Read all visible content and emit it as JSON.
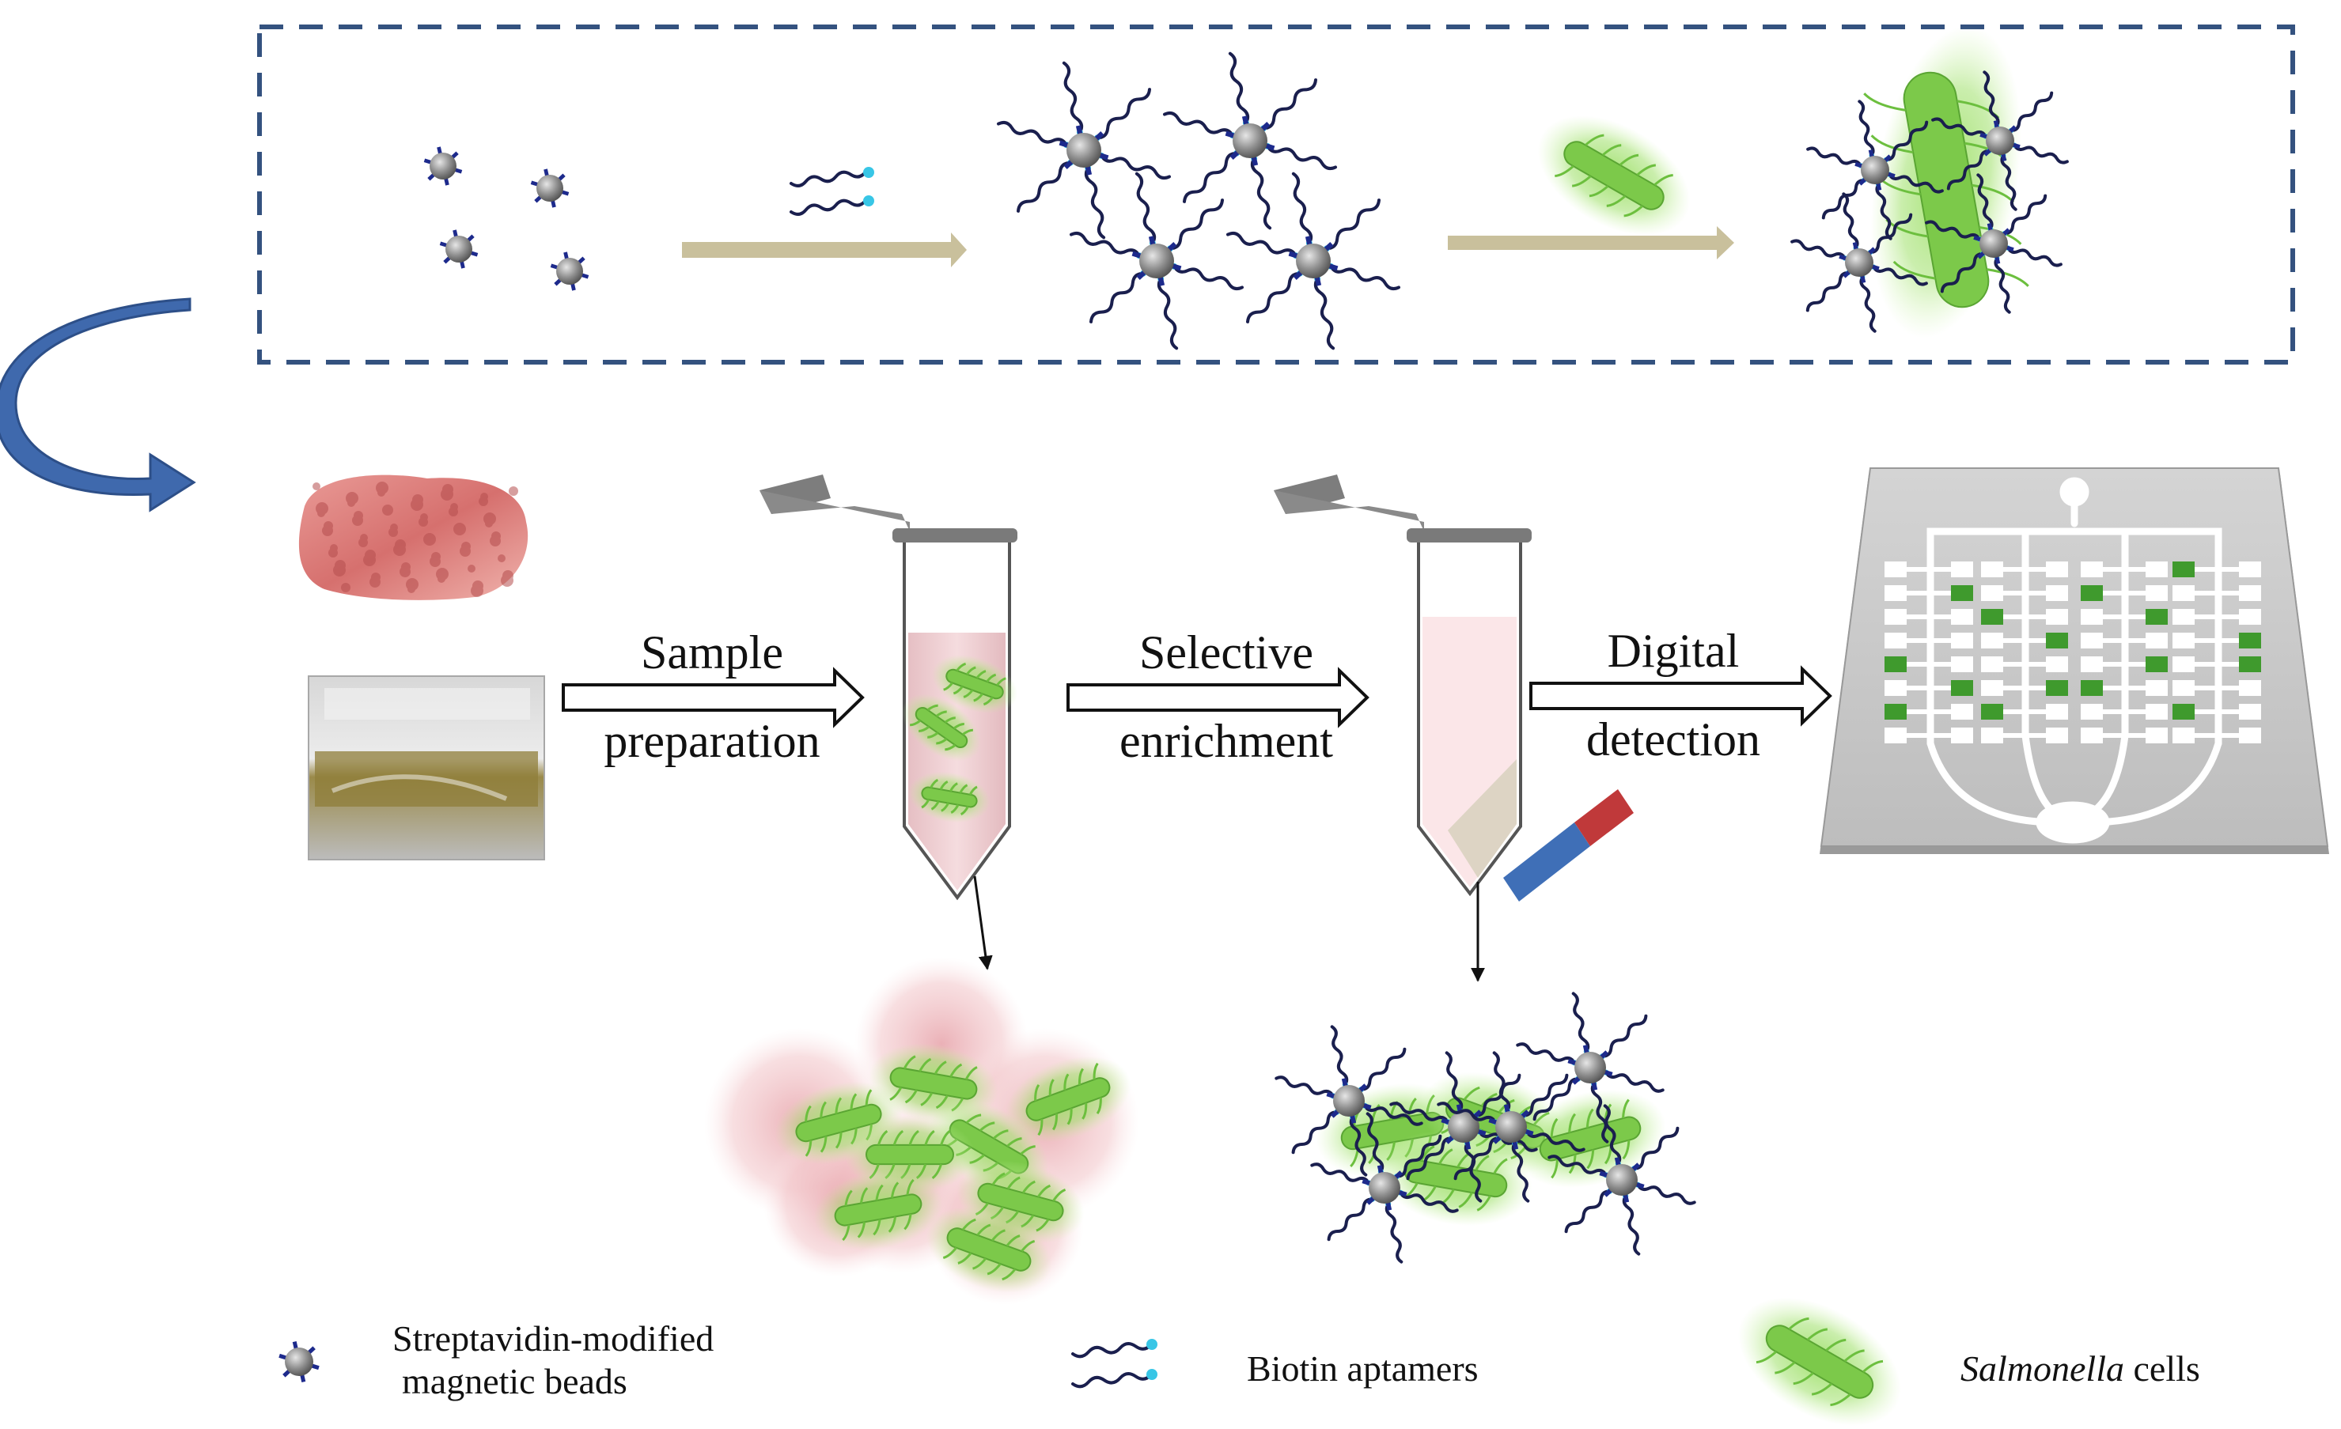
{
  "steps": {
    "sample": {
      "line1": "Sample",
      "line2": "preparation"
    },
    "selective": {
      "line1": "Selective",
      "line2": "enrichment"
    },
    "digital": {
      "line1": "Digital",
      "line2": "detection"
    }
  },
  "legend": {
    "beads": {
      "line1": "Streptavidin-modified",
      "line2": "magnetic beads"
    },
    "aptamers": "Biotin aptamers",
    "salmonella": {
      "italic": "Salmonella",
      "rest": " cells"
    }
  },
  "colors": {
    "dashed_border": "#34527f",
    "process_arrow": "#c9c09c",
    "curved_arrow": "#3f69ad",
    "bead": "#8a8a8a",
    "streptavidin": "#1d2a8c",
    "aptamer": "#1a1f4e",
    "biotin": "#38c6e6",
    "salmonella": "#7cc94a",
    "tube_fill": "#f3d7da",
    "chip": "#c6c6c6",
    "magnet_red": "#c0393a",
    "magnet_blue": "#3f6fb7"
  }
}
